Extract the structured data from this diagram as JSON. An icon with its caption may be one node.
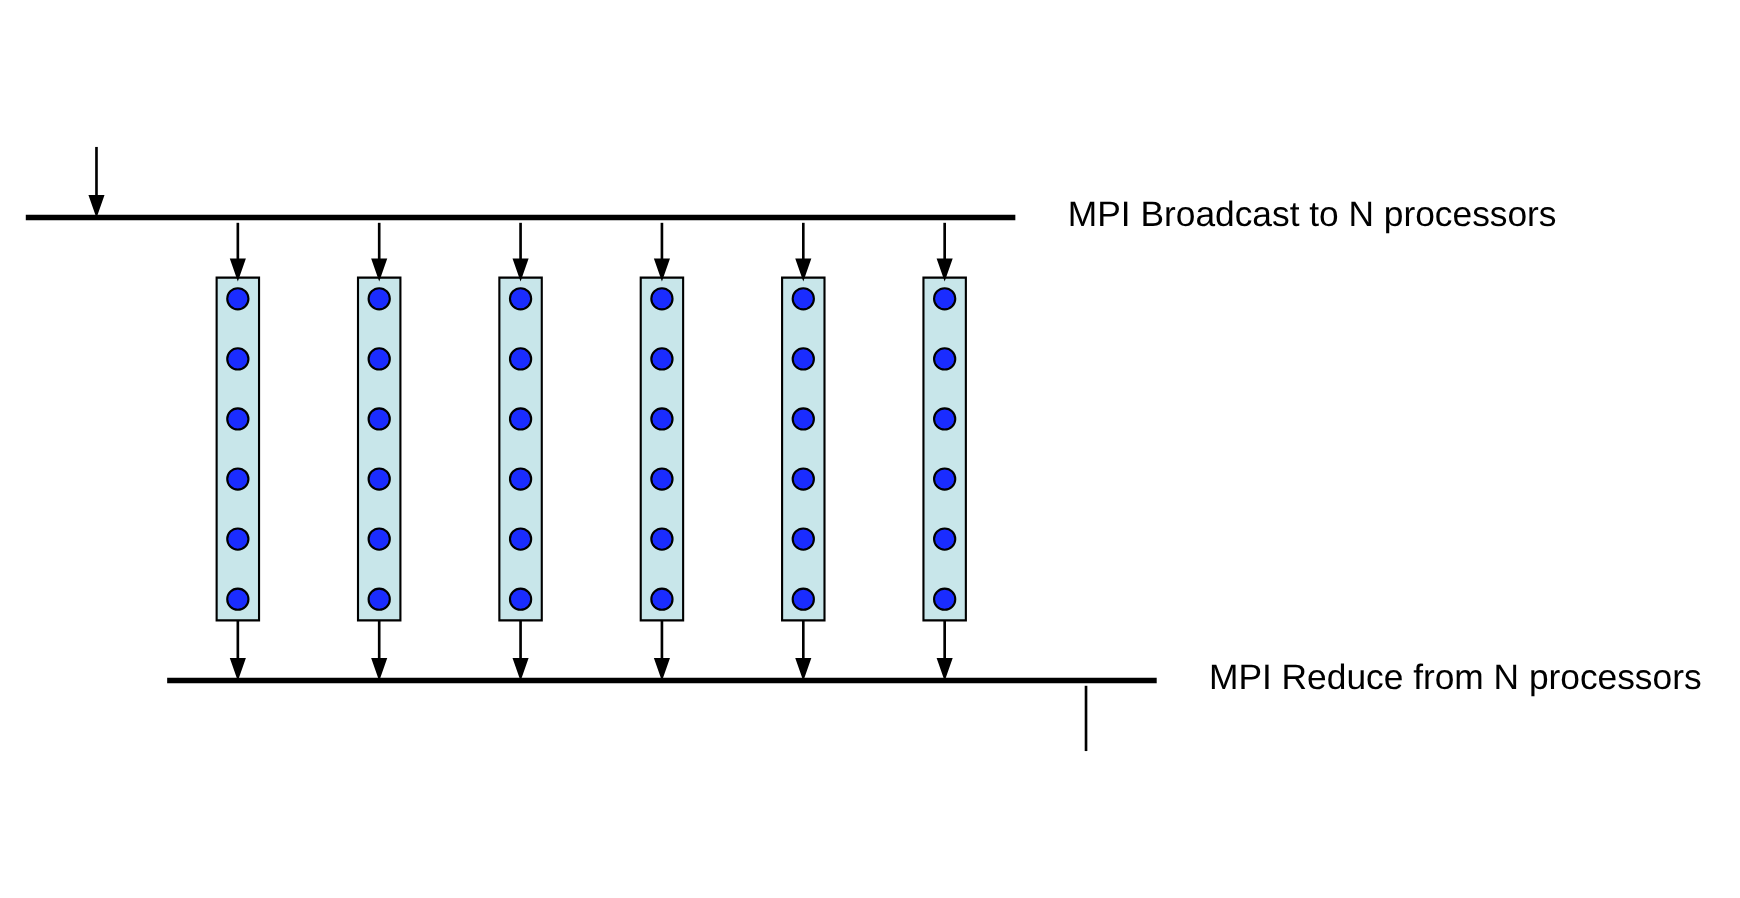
{
  "diagram": {
    "nodes": [
      {
        "text": [],
        "shape": "bar"
      },
      {
        "text": [],
        "shape": "box"
      },
      {
        "text": [],
        "shape": "circle",
        "in": 1
      },
      {
        "text": [],
        "shape": "circle",
        "in": 1
      },
      {
        "text": [],
        "shape": "circle",
        "in": 1
      },
      {
        "text": [],
        "shape": "circle",
        "in": 1
      },
      {
        "text": [],
        "shape": "circle",
        "in": 1
      },
      {
        "text": [],
        "shape": "circle",
        "in": 1
      },
      {
        "text": [],
        "shape": "box"
      },
      {
        "text": [],
        "shape": "circle",
        "in": 8
      },
      {
        "text": [],
        "shape": "circle",
        "in": 8
      },
      {
        "text": [],
        "shape": "circle",
        "in": 8
      },
      {
        "text": [],
        "shape": "circle",
        "in": 8
      },
      {
        "text": [],
        "shape": "circle",
        "in": 8
      },
      {
        "text": [],
        "shape": "circle",
        "in": 8
      },
      {
        "text": [],
        "shape": "box"
      },
      {
        "text": [],
        "shape": "circle",
        "in": 15
      },
      {
        "text": [],
        "shape": "circle",
        "in": 15
      },
      {
        "text": [],
        "shape": "circle",
        "in": 15
      },
      {
        "text": [],
        "shape": "circle",
        "in": 15
      },
      {
        "text": [],
        "shape": "circle",
        "in": 15
      },
      {
        "text": [],
        "shape": "circle",
        "in": 15
      },
      {
        "text": [],
        "shape": "box"
      },
      {
        "text": [],
        "shape": "circle",
        "in": 22
      },
      {
        "text": [],
        "shape": "circle",
        "in": 22
      },
      {
        "text": [],
        "shape": "circle",
        "in": 22
      },
      {
        "text": [],
        "shape": "circle",
        "in": 22
      },
      {
        "text": [],
        "shape": "circle",
        "in": 22
      },
      {
        "text": [],
        "shape": "circle",
        "in": 22
      },
      {
        "text": [],
        "shape": "box"
      },
      {
        "text": [],
        "shape": "circle",
        "in": 29
      },
      {
        "text": [],
        "shape": "circle",
        "in": 29
      },
      {
        "text": [],
        "shape": "circle",
        "in": 29
      },
      {
        "text": [],
        "shape": "circle",
        "in": 29
      },
      {
        "text": [],
        "shape": "circle",
        "in": 29
      },
      {
        "text": [],
        "shape": "circle",
        "in": 29
      },
      {
        "text": [],
        "shape": "box"
      },
      {
        "text": [],
        "shape": "circle",
        "in": 36
      },
      {
        "text": [],
        "shape": "circle",
        "in": 36
      },
      {
        "text": [],
        "shape": "circle",
        "in": 36
      },
      {
        "text": [],
        "shape": "circle",
        "in": 36
      },
      {
        "text": [],
        "shape": "circle",
        "in": 36
      },
      {
        "text": [],
        "shape": "circle",
        "in": 36
      },
      {
        "text": [],
        "shape": "bar"
      }
    ],
    "edges": [
      {
        "from": null,
        "to": 0,
        "arrow": "to"
      },
      {
        "from": 0,
        "to": 1,
        "arrow": "to"
      },
      {
        "from": 0,
        "to": 8,
        "arrow": "to"
      },
      {
        "from": 0,
        "to": 15,
        "arrow": "to"
      },
      {
        "from": 0,
        "to": 22,
        "arrow": "to"
      },
      {
        "from": 0,
        "to": 29,
        "arrow": "to"
      },
      {
        "from": 0,
        "to": 36,
        "arrow": "to"
      },
      {
        "from": 1,
        "to": 43,
        "arrow": "to"
      },
      {
        "from": 8,
        "to": 43,
        "arrow": "to"
      },
      {
        "from": 15,
        "to": 43,
        "arrow": "to"
      },
      {
        "from": 22,
        "to": 43,
        "arrow": "to"
      },
      {
        "from": 29,
        "to": 43,
        "arrow": "to"
      },
      {
        "from": 36,
        "to": 43,
        "arrow": "to"
      },
      {
        "from": 43,
        "to": null,
        "arrow": "none"
      }
    ],
    "labels": [
      "MPI Broadcast to N processors",
      "MPI Reduce from N processors"
    ]
  }
}
